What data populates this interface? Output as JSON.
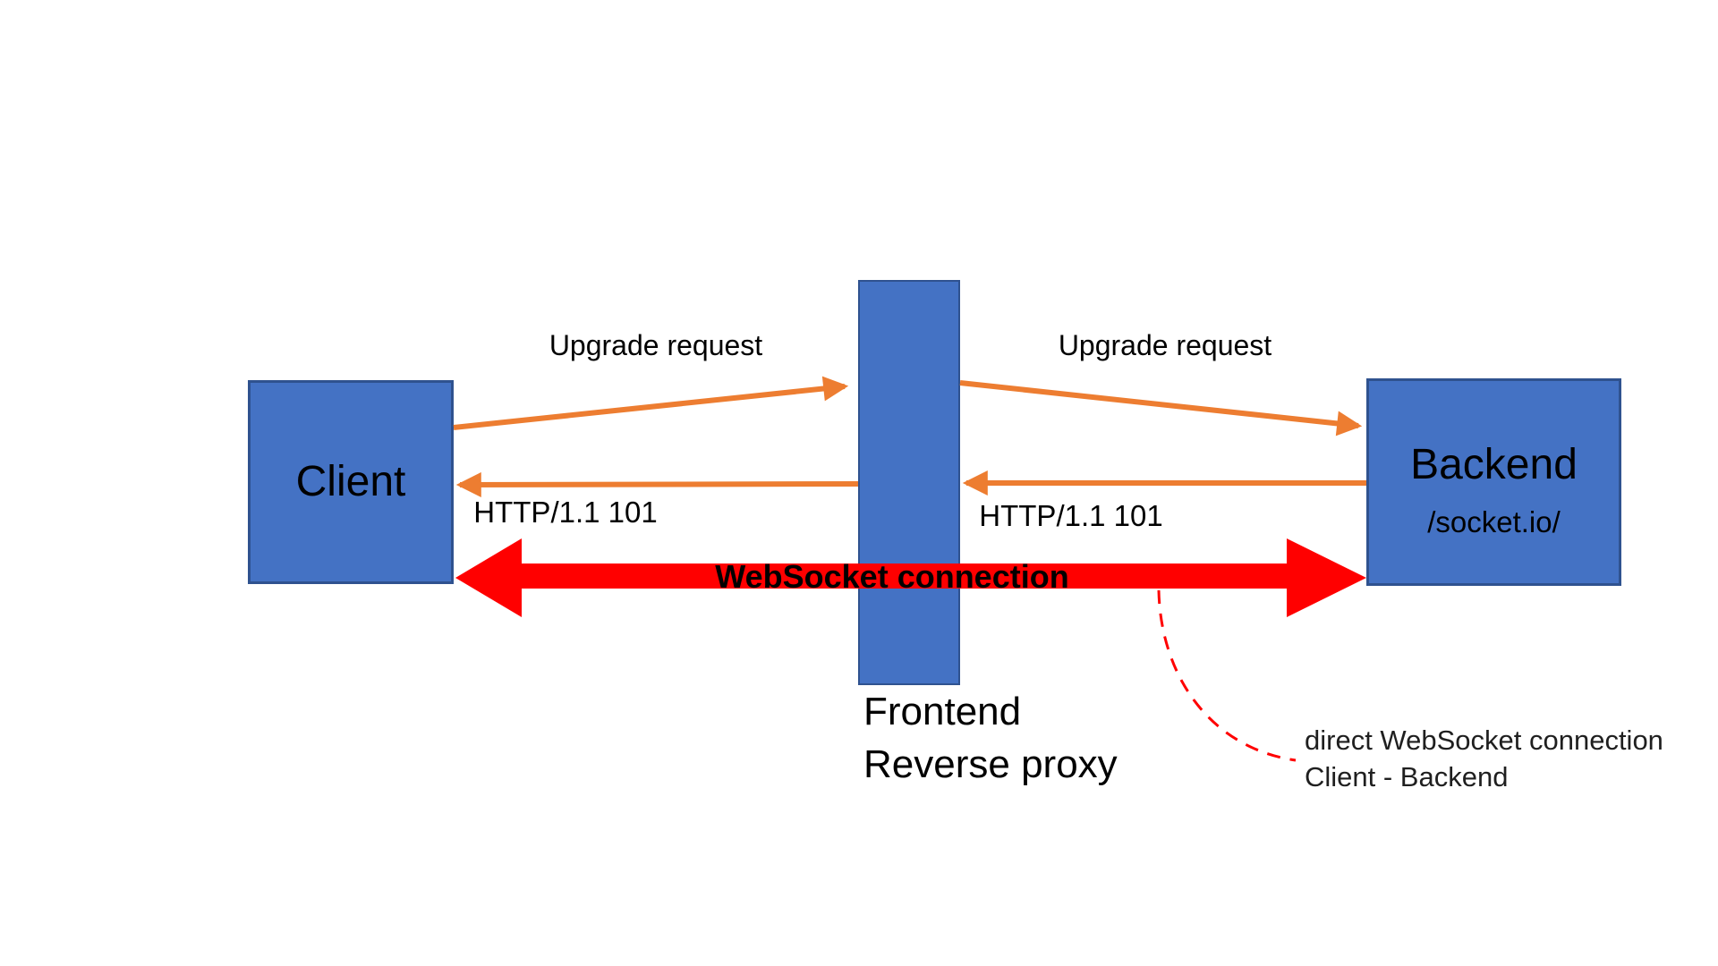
{
  "diagram": {
    "title_hint": "WebSocket reverse-proxy flow diagram",
    "colors": {
      "node_fill": "#4472C4",
      "node_border": "#2F528F",
      "arrow_orange": "#ED7D31",
      "arrow_red": "#FF0000",
      "label_text": "#000000",
      "annotation_text": "#1F1F1F",
      "background": "#FFFFFF"
    },
    "nodes": {
      "client": {
        "label": "Client"
      },
      "proxy": {
        "label_line1": "Frontend",
        "label_line2": "Reverse proxy"
      },
      "backend": {
        "label": "Backend",
        "sublabel": "/socket.io/"
      }
    },
    "edges": {
      "upgrade_left": "Upgrade request",
      "upgrade_right": "Upgrade request",
      "http_left": "HTTP/1.1 101",
      "http_right": "HTTP/1.1 101",
      "websocket": "WebSocket connection"
    },
    "annotation": {
      "line1": "direct WebSocket connection",
      "line2": "Client - Backend"
    }
  }
}
